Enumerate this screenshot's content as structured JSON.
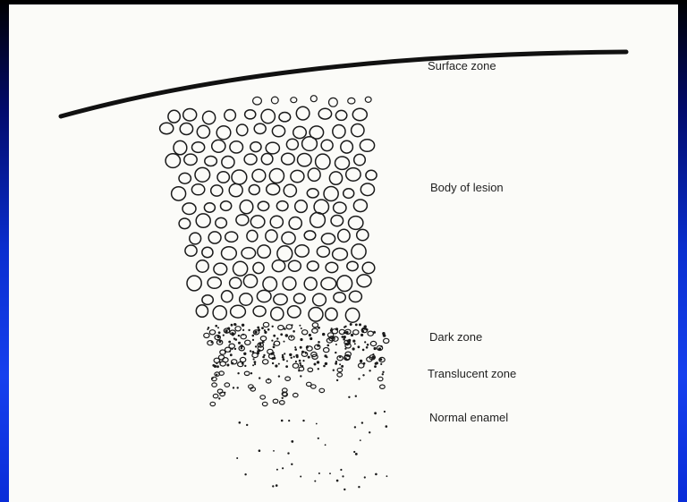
{
  "diagram": {
    "labels": {
      "surface_zone": "Surface zone",
      "body_of_lesion": "Body of lesion",
      "dark_zone": "Dark zone",
      "translucent_zone": "Translucent zone",
      "normal_enamel": "Normal enamel"
    }
  }
}
